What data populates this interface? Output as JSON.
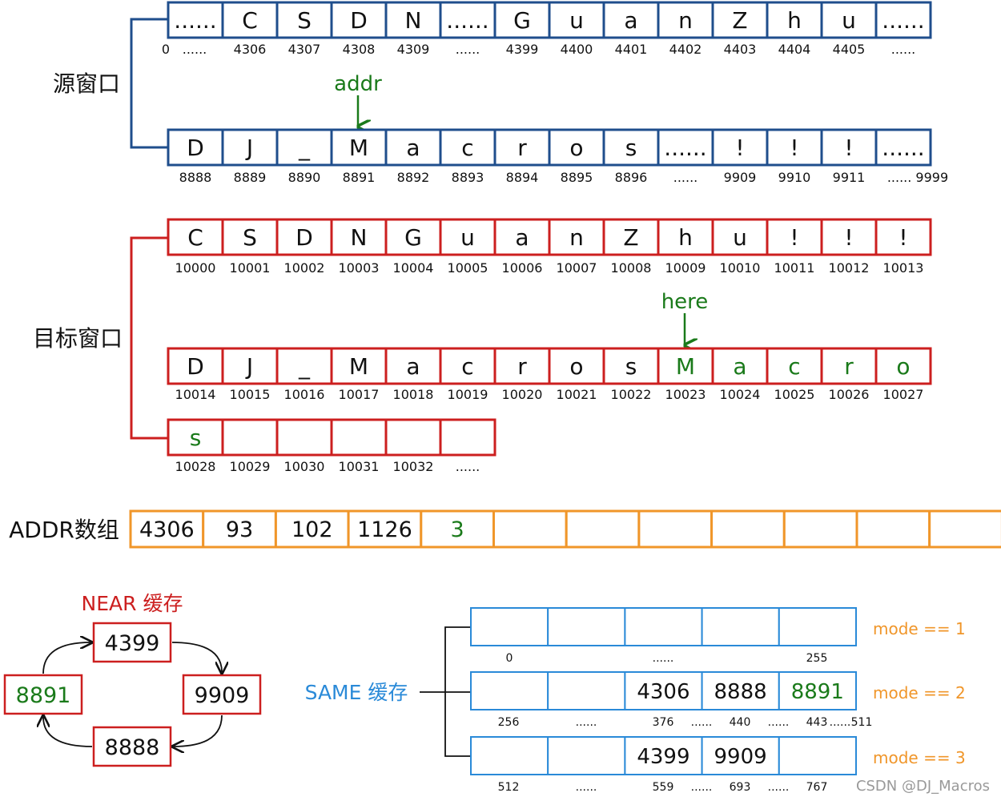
{
  "colors": {
    "source": "#1f4e8c",
    "target": "#cc1f1f",
    "addr": "#f0962a",
    "green": "#1a7a1a",
    "same": "#2a8ad8",
    "near": "#cc1f1f",
    "mode": "#f0962a",
    "text": "#111111",
    "watermark": "#999999"
  },
  "source": {
    "label": "源窗口",
    "row1": {
      "cells": [
        "......",
        "C",
        "S",
        "D",
        "N",
        "......",
        "G",
        "u",
        "a",
        "n",
        "Z",
        "h",
        "u",
        "......"
      ],
      "indices": [
        "0",
        "......",
        "4306",
        "4307",
        "4308",
        "4309",
        "......",
        "4399",
        "4400",
        "4401",
        "4402",
        "4403",
        "4404",
        "4405",
        "......"
      ]
    },
    "row2": {
      "cells": [
        "D",
        "J",
        "_",
        "M",
        "a",
        "c",
        "r",
        "o",
        "s",
        "......",
        "!",
        "!",
        "!",
        "......"
      ],
      "indices": [
        "8888",
        "8889",
        "8890",
        "8891",
        "8892",
        "8893",
        "8894",
        "8895",
        "8896",
        "......",
        "9909",
        "9910",
        "9911",
        "...... 9999"
      ]
    },
    "pointer": "addr"
  },
  "target": {
    "label": "目标窗口",
    "row1": {
      "cells": [
        "C",
        "S",
        "D",
        "N",
        "G",
        "u",
        "a",
        "n",
        "Z",
        "h",
        "u",
        "!",
        "!",
        "!"
      ],
      "indices": [
        "10000",
        "10001",
        "10002",
        "10003",
        "10004",
        "10005",
        "10006",
        "10007",
        "10008",
        "10009",
        "10010",
        "10011",
        "10012",
        "10013"
      ]
    },
    "row2": {
      "cells": [
        "D",
        "J",
        "_",
        "M",
        "a",
        "c",
        "r",
        "o",
        "s",
        "M",
        "a",
        "c",
        "r",
        "o"
      ],
      "indices": [
        "10014",
        "10015",
        "10016",
        "10017",
        "10018",
        "10019",
        "10020",
        "10021",
        "10022",
        "10023",
        "10024",
        "10025",
        "10026",
        "10027"
      ],
      "green_from": 9
    },
    "row3": {
      "cells": [
        "s",
        "",
        "",
        "",
        "",
        ""
      ],
      "indices": [
        "10028",
        "10029",
        "10030",
        "10031",
        "10032",
        "......"
      ],
      "green_upto": 0
    },
    "pointer": "here"
  },
  "addr_array": {
    "label": "ADDR数组",
    "cells": [
      "4306",
      "93",
      "102",
      "1126",
      "3",
      "",
      "",
      "",
      "",
      "",
      "",
      ""
    ],
    "green_index": 4
  },
  "near_cache": {
    "title": "NEAR 缓存",
    "top": "4399",
    "right": "9909",
    "bottom": "8888",
    "left": "8891"
  },
  "same_cache": {
    "title": "SAME 缓存",
    "rows": [
      {
        "mode": "mode == 1",
        "cells": [
          "",
          "",
          "",
          "",
          ""
        ],
        "indices": [
          "0",
          "......",
          "255"
        ]
      },
      {
        "mode": "mode == 2",
        "cells": [
          "",
          "",
          "4306",
          "8888",
          "8891"
        ],
        "indices": [
          "256",
          "......",
          "376",
          "......",
          "440",
          "......",
          "443",
          "......",
          "511"
        ]
      },
      {
        "mode": "mode == 3",
        "cells": [
          "",
          "",
          "4399",
          "9909",
          ""
        ],
        "indices": [
          "512",
          "......",
          "559",
          "......",
          "693",
          "......",
          "767"
        ]
      }
    ],
    "green_cell": [
      1,
      4
    ]
  },
  "watermark": "CSDN @DJ_Macros"
}
